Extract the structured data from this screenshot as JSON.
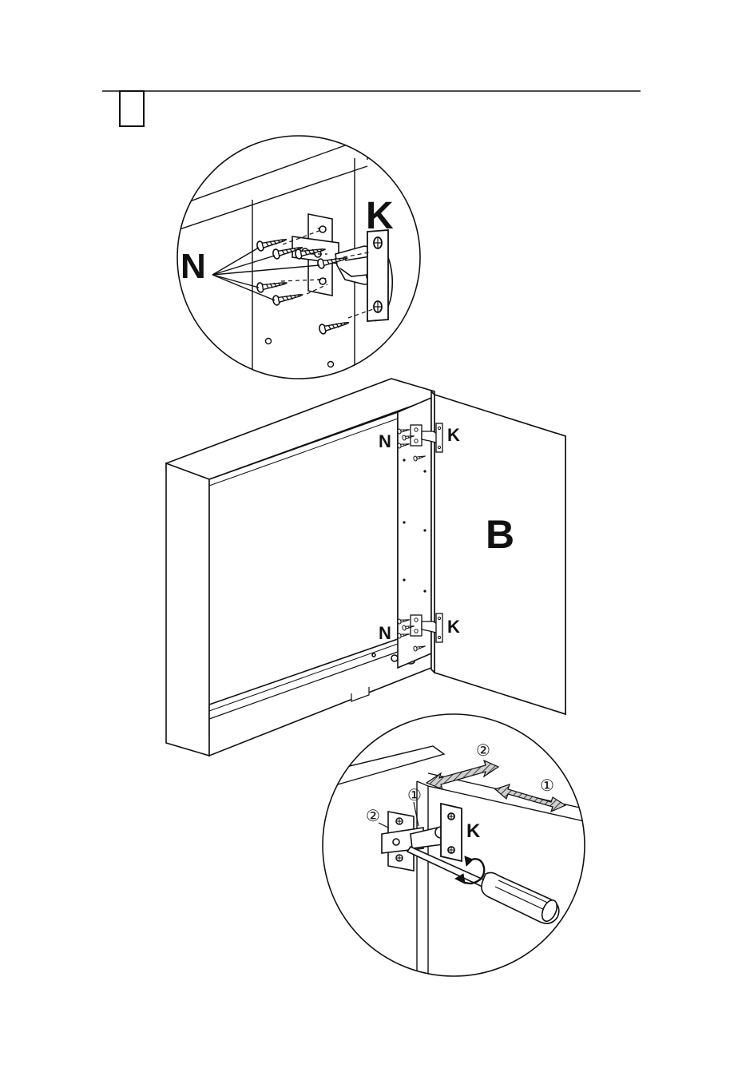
{
  "labels": {
    "hinge": "K",
    "screw": "N",
    "door": "B",
    "step_one": "①",
    "step_two": "②"
  },
  "colors": {
    "ink": "#111111",
    "paper": "#ffffff",
    "arrow": "#555555"
  }
}
